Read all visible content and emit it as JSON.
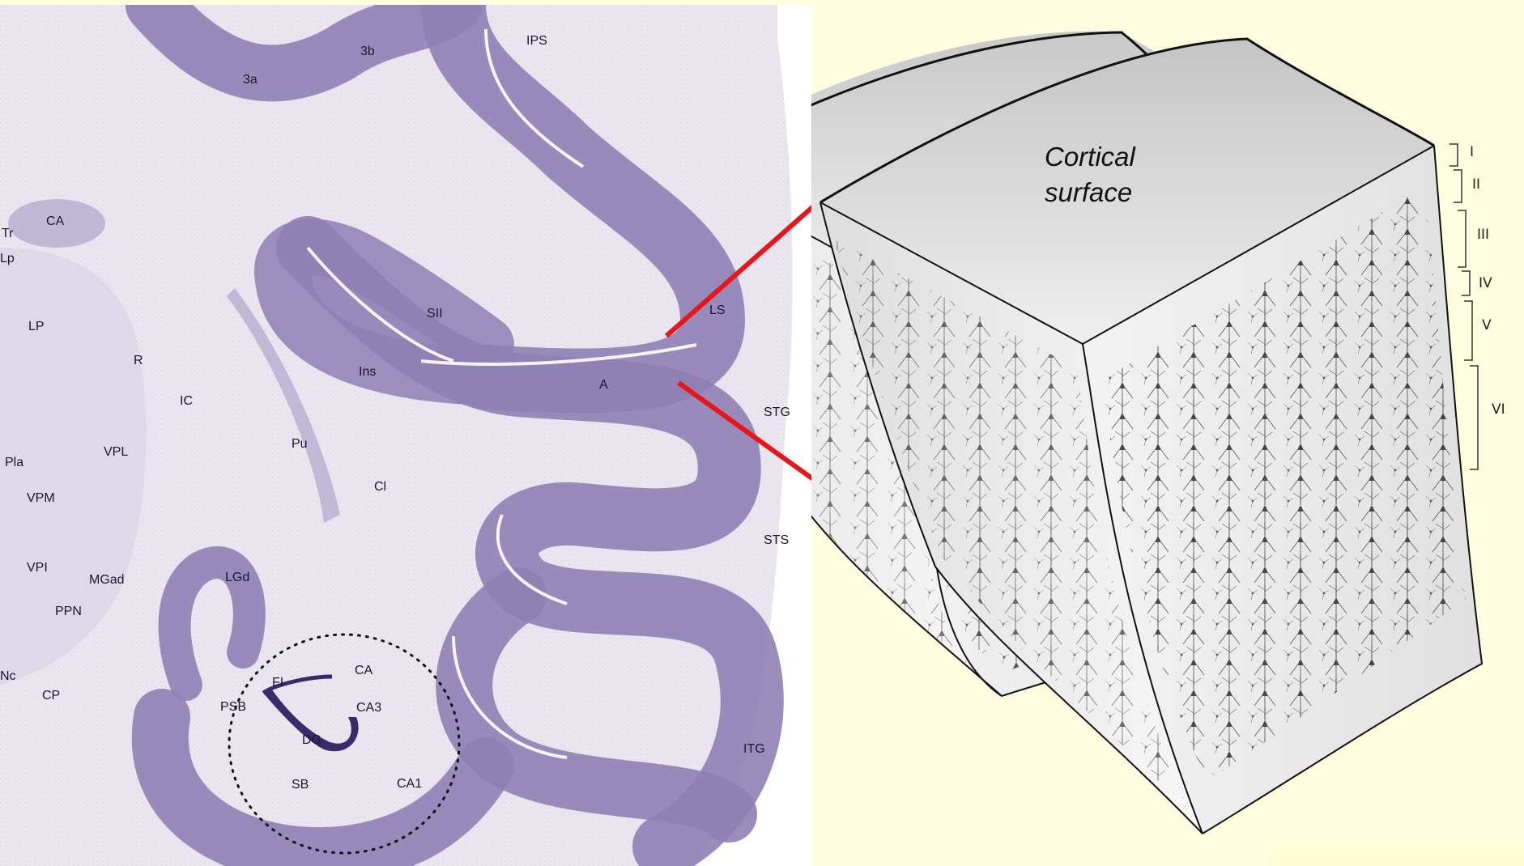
{
  "slice_labels": {
    "ips": "IPS",
    "b3": "3b",
    "a3": "3a",
    "ca_top": "CA",
    "tr": "Tr",
    "lp_small": "Lp",
    "lp": "LP",
    "r": "R",
    "ic": "IC",
    "sii": "SII",
    "ls": "LS",
    "ins": "Ins",
    "a": "A",
    "stg": "STG",
    "pu": "Pu",
    "pla": "Pla",
    "vpl": "VPL",
    "cl": "Cl",
    "vpm": "VPM",
    "sts": "STS",
    "vpi": "VPI",
    "mgad": "MGad",
    "lgd": "LGd",
    "ppn": "PPN",
    "nc": "Nc",
    "cp": "CP",
    "fi": "FI",
    "ca_hippo": "CA",
    "psb": "PSB",
    "ca3": "CA3",
    "dg": "DG",
    "itg": "ITG",
    "sb": "SB",
    "ca1": "CA1"
  },
  "cube": {
    "surface_line1": "Cortical",
    "surface_line2": "surface"
  },
  "layers": {
    "l1": "I",
    "l2": "II",
    "l3": "III",
    "l4": "IV",
    "l5": "V",
    "l6": "VI"
  },
  "colors": {
    "background": "#fffde0",
    "tissue": "#e6e2ee",
    "gray_matter": "#8f7fb4",
    "callout": "#e8151b"
  }
}
